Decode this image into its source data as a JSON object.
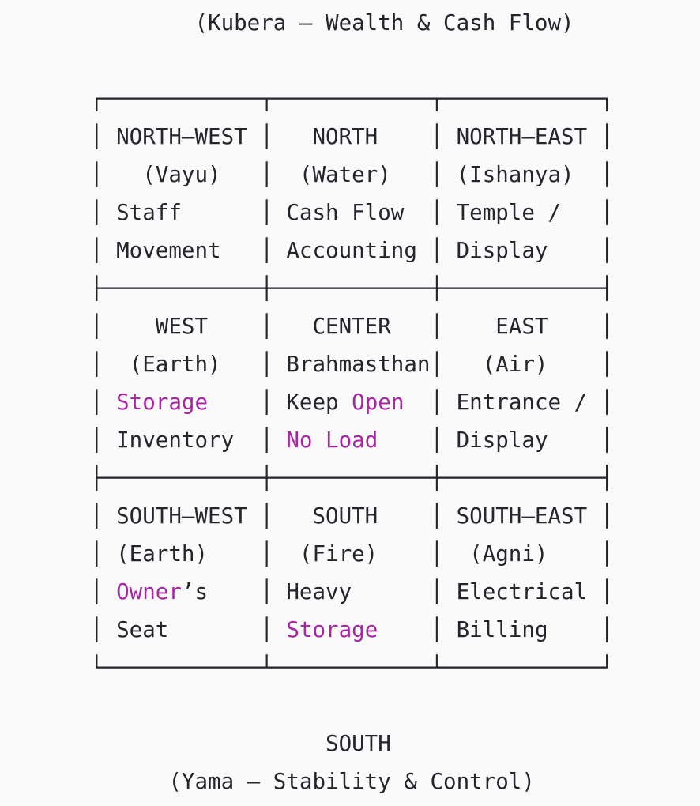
{
  "page": {
    "background_color": "#fafafa",
    "text_color": "#24262c",
    "accent_color": "#a626a4"
  },
  "top_label": "(Kubera — Wealth & Cash Flow)",
  "bottom_label_direction": "SOUTH",
  "bottom_label_caption": "(Yama — Stability & Control)",
  "zones": [
    {
      "position": "north-west",
      "direction": "NORTH—WEST",
      "deity": "(Vayu)",
      "use": "Staff Movement",
      "highlighted_words": []
    },
    {
      "position": "north",
      "direction": "NORTH",
      "deity": "(Water)",
      "use": "Cash Flow Accounting",
      "highlighted_words": []
    },
    {
      "position": "north-east",
      "direction": "NORTH—EAST",
      "deity": "(Ishanya)",
      "use": "Temple / Display",
      "highlighted_words": []
    },
    {
      "position": "west",
      "direction": "WEST",
      "deity": "(Earth)",
      "use": "Storage Inventory",
      "highlighted_words": [
        "Storage"
      ]
    },
    {
      "position": "center",
      "direction": "CENTER",
      "deity": "Brahmasthan",
      "use": "Keep Open No Load",
      "highlighted_words": [
        "Open",
        "No Load"
      ]
    },
    {
      "position": "east",
      "direction": "EAST",
      "deity": "(Air)",
      "use": "Entrance / Display",
      "highlighted_words": []
    },
    {
      "position": "south-west",
      "direction": "SOUTH—WEST",
      "deity": "(Earth)",
      "use": "Owner’s Seat",
      "highlighted_words": [
        "Owner"
      ]
    },
    {
      "position": "south",
      "direction": "SOUTH",
      "deity": "(Fire)",
      "use": "Heavy Storage",
      "highlighted_words": [
        "Storage"
      ]
    },
    {
      "position": "south-east",
      "direction": "SOUTH—EAST",
      "deity": "(Agni)",
      "use": "Electrical Billing",
      "highlighted_words": []
    }
  ],
  "ascii": {
    "lines": [
      {
        "name": "top-label-kubera",
        "runs": [
          {
            "t": "        (Kubera — Wealth & Cash Flow)"
          }
        ]
      },
      {
        "name": "blank-line",
        "runs": [
          {
            "t": ""
          }
        ]
      },
      {
        "name": "grid-border-top",
        "runs": [
          {
            "t": "┌────────────┬────────────┬────────────┐"
          }
        ]
      },
      {
        "name": "row-north-directions",
        "runs": [
          {
            "t": "│ NORTH—WEST │   NORTH    │ NORTH—EAST │"
          }
        ]
      },
      {
        "name": "row-north-deities",
        "runs": [
          {
            "t": "│   (Vayu)   │  (Water)   │ (Ishanya)  │"
          }
        ]
      },
      {
        "name": "row-north-use-line1",
        "runs": [
          {
            "t": "│ Staff      │ Cash Flow  │ Temple /   │"
          }
        ]
      },
      {
        "name": "row-north-use-line2",
        "runs": [
          {
            "t": "│ Movement   │ Accounting │ Display    │"
          }
        ]
      },
      {
        "name": "grid-divider-1",
        "runs": [
          {
            "t": "├────────────┼────────────┼────────────┤"
          }
        ]
      },
      {
        "name": "row-middle-directions",
        "runs": [
          {
            "t": "│    WEST    │   CENTER   │    EAST    │"
          }
        ]
      },
      {
        "name": "row-middle-deities",
        "runs": [
          {
            "t": "│  (Earth)   │ Brahmasthan│   (Air)    │"
          }
        ]
      },
      {
        "name": "row-middle-use-line1",
        "runs": [
          {
            "t": "│ "
          },
          {
            "t": "Storage",
            "accent": true
          },
          {
            "t": "    │ Keep "
          },
          {
            "t": "Open",
            "accent": true
          },
          {
            "t": "  │ Entrance / │"
          }
        ]
      },
      {
        "name": "row-middle-use-line2",
        "runs": [
          {
            "t": "│ Inventory  │ "
          },
          {
            "t": "No Load",
            "accent": true
          },
          {
            "t": "    │ Display    │"
          }
        ]
      },
      {
        "name": "grid-divider-2",
        "runs": [
          {
            "t": "├────────────┼────────────┼────────────┤"
          }
        ]
      },
      {
        "name": "row-south-directions",
        "runs": [
          {
            "t": "│ SOUTH—WEST │   SOUTH    │ SOUTH—EAST │"
          }
        ]
      },
      {
        "name": "row-south-deities",
        "runs": [
          {
            "t": "│ (Earth)    │  (Fire)    │  (Agni)    │"
          }
        ]
      },
      {
        "name": "row-south-use-line1",
        "runs": [
          {
            "t": "│ "
          },
          {
            "t": "Owner",
            "accent": true
          },
          {
            "t": "’s    │ Heavy      │ Electrical │"
          }
        ]
      },
      {
        "name": "row-south-use-line2",
        "runs": [
          {
            "t": "│ Seat       │ "
          },
          {
            "t": "Storage",
            "accent": true
          },
          {
            "t": "    │ Billing    │"
          }
        ]
      },
      {
        "name": "grid-border-bottom",
        "runs": [
          {
            "t": "└────────────┴────────────┴────────────┘"
          }
        ]
      },
      {
        "name": "blank-line",
        "runs": [
          {
            "t": ""
          }
        ]
      },
      {
        "name": "bottom-label-south",
        "runs": [
          {
            "t": "                  SOUTH"
          }
        ]
      },
      {
        "name": "bottom-label-yama",
        "runs": [
          {
            "t": "      (Yama — Stability & Control)"
          }
        ]
      }
    ]
  }
}
